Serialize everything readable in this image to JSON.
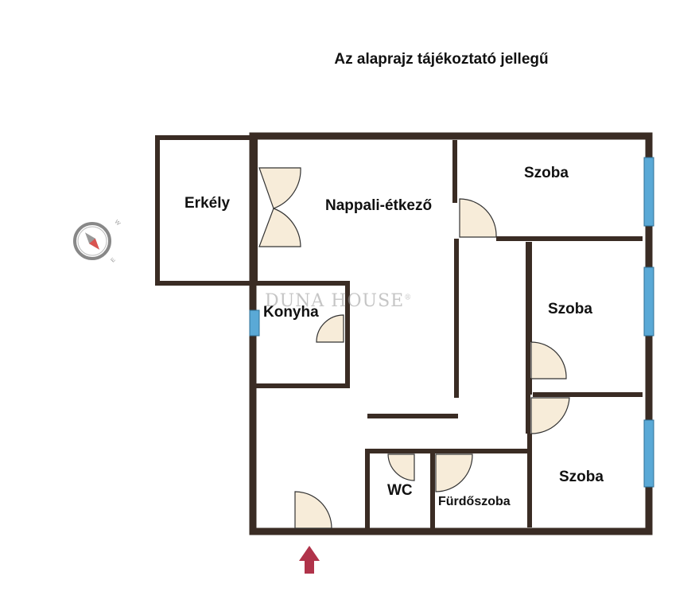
{
  "title": "Az alaprajz tájékoztató jellegű",
  "rooms": {
    "erkely": "Erkély",
    "nappali": "Nappali-étkező",
    "szoba1": "Szoba",
    "szoba2": "Szoba",
    "szoba3": "Szoba",
    "konyha": "Konyha",
    "wc": "WC",
    "furdo": "Fürdőszoba"
  },
  "watermark": "DUNA HOUSE",
  "watermark_mark": "®",
  "compass_letters": [
    "W",
    "E"
  ],
  "colors": {
    "wall": "#3a2c24",
    "floor": "#ffffff",
    "door_fill": "#f7ecd9",
    "window": "#5aa9d6",
    "entrance_arrow": "#b0334a"
  },
  "icons": [
    "compass-icon",
    "entrance-arrow-icon"
  ]
}
